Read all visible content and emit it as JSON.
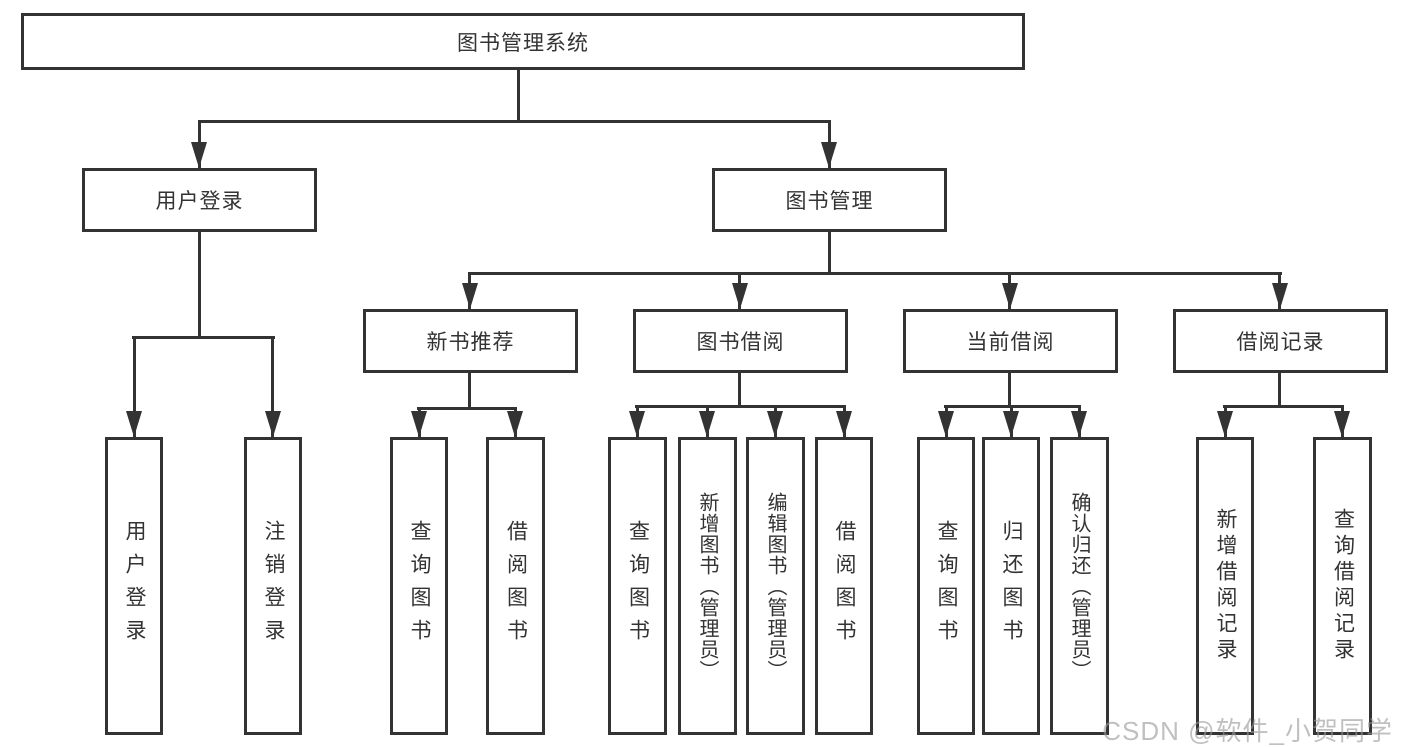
{
  "diagram": {
    "root_label": "图书管理系统",
    "nodes": {
      "user_login": "用户登录",
      "book_mgmt": "图书管理",
      "new_books": "新书推荐",
      "book_borrow": "图书借阅",
      "current_borrow": "当前借阅",
      "borrow_records": "借阅记录"
    },
    "leaves": {
      "user_login": [
        "用户登录",
        "注销登录"
      ],
      "new_books": [
        "查询图书",
        "借阅图书"
      ],
      "book_borrow": [
        "查询图书",
        "新增图书（管理员）",
        "编辑图书（管理员）",
        "借阅图书"
      ],
      "current_borrow": [
        "查询图书",
        "归还图书",
        "确认归还（管理员）"
      ],
      "borrow_records": [
        "新增借阅记录",
        "查询借阅记录"
      ]
    },
    "watermark": "CSDN @软件_小贺同学",
    "colors": {
      "line": "#333333",
      "text": "#333333",
      "watermark": "#9a9a9a",
      "background": "#ffffff"
    }
  }
}
